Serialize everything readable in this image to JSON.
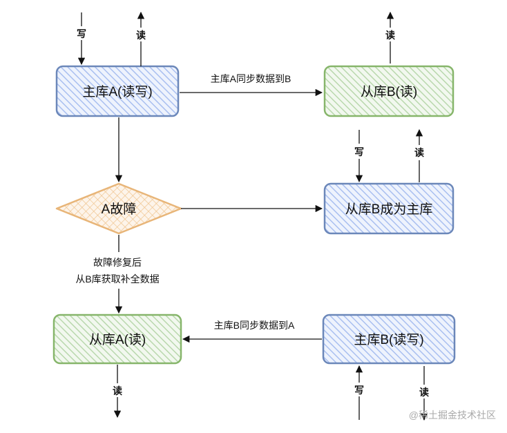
{
  "nodes": {
    "master_a": {
      "label": "主库A(读写)"
    },
    "slave_b": {
      "label": "从库B(读)"
    },
    "a_failure": {
      "label": "A故障"
    },
    "b_becomes_master": {
      "label": "从库B成为主库"
    },
    "slave_a": {
      "label": "从库A(读)"
    },
    "master_b": {
      "label": "主库B(读写)"
    }
  },
  "edges": {
    "sync_a_to_b": "主库A同步数据到B",
    "sync_b_to_a": "主库B同步数据到A",
    "recover_line1": "故障修复后",
    "recover_line2": "从B库获取补全数据"
  },
  "io": {
    "write": "写",
    "read": "读"
  },
  "watermark": "@稀土掘金技术社区",
  "colors": {
    "blue_border": "#6b87b9",
    "blue_hatch": "#a9bff0",
    "green_border": "#86b56a",
    "green_hatch": "#b9d8ad",
    "orange_border": "#e8b578",
    "orange_hatch": "#f0c48e"
  }
}
